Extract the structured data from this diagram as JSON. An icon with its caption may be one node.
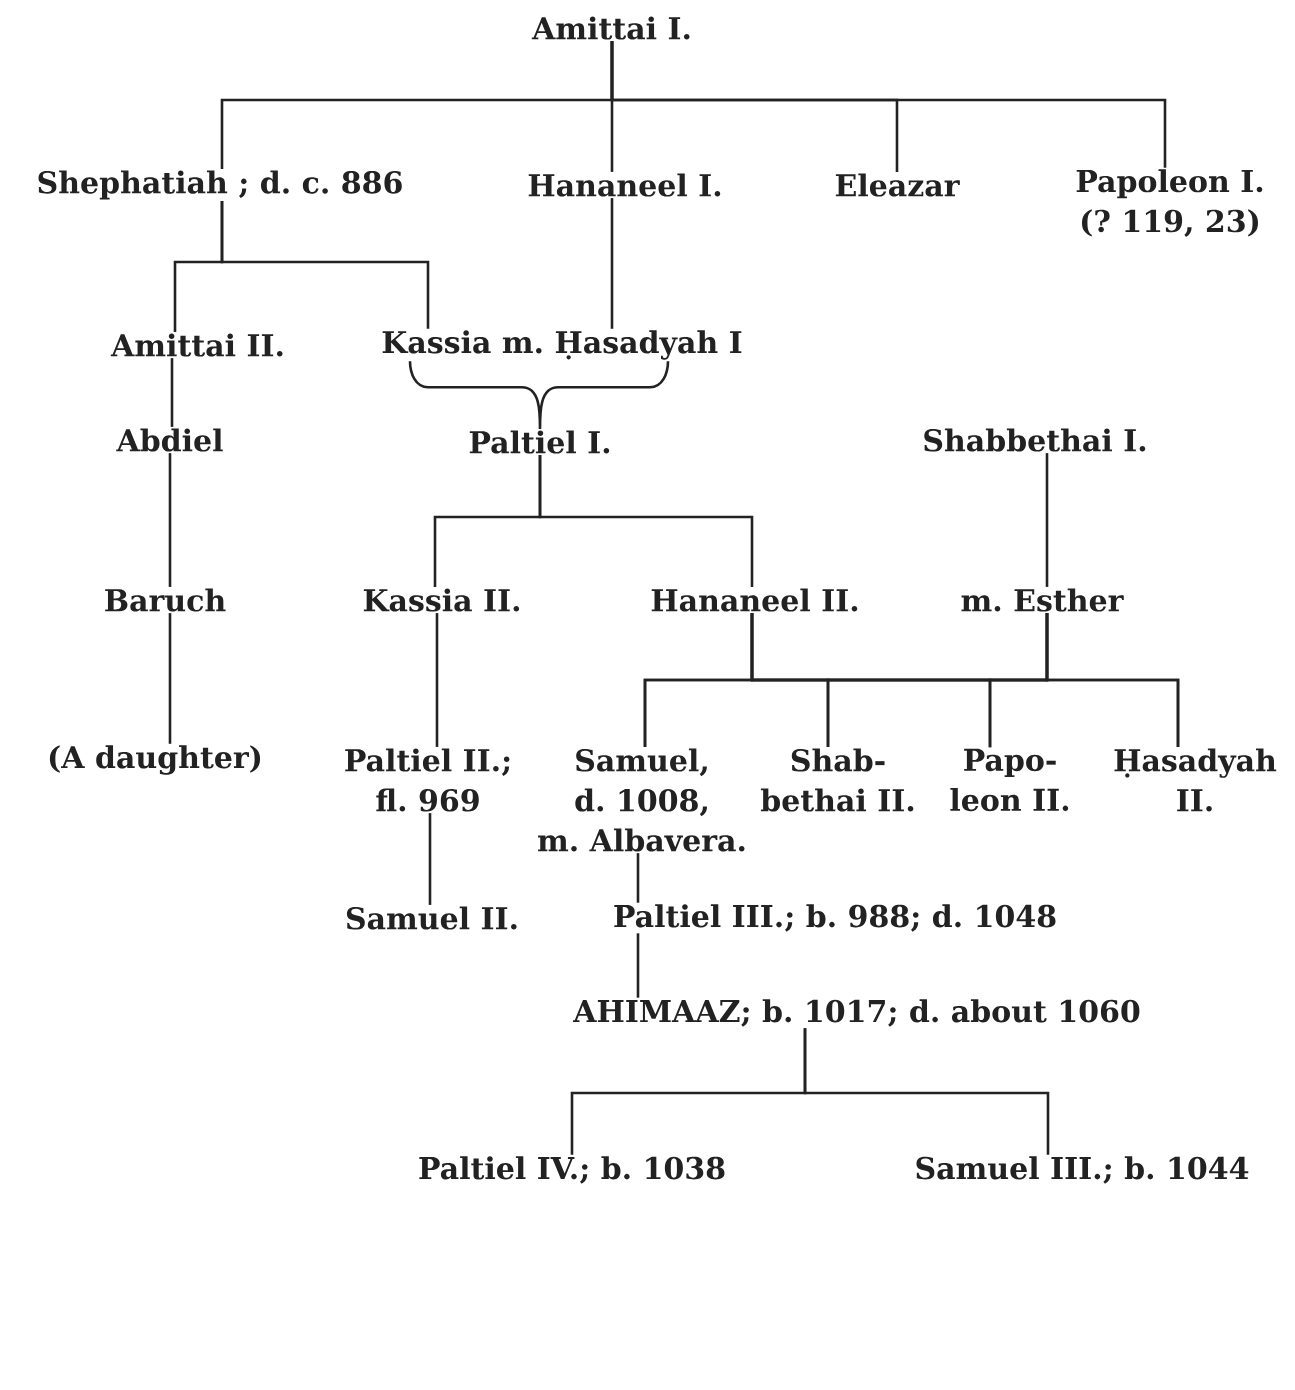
{
  "diagram": {
    "nodes": [
      {
        "text": [
          "Amittai I."
        ]
      },
      {
        "text": [
          "Shephatiah ; d. c. 886"
        ]
      },
      {
        "text": [
          "Hananeel I."
        ]
      },
      {
        "text": [
          "Eleazar"
        ]
      },
      {
        "text": [
          "Papoleon I. (? 119, 23)"
        ]
      },
      {
        "text": [
          "Amittai II."
        ]
      },
      {
        "text": [
          "Kassia m. Ḥasadyah I"
        ]
      },
      {
        "text": [
          "Abdiel"
        ]
      },
      {
        "text": [
          "Paltiel I."
        ]
      },
      {
        "text": [
          "Shabbethai I."
        ]
      },
      {
        "text": [
          "Baruch"
        ]
      },
      {
        "text": [
          "Kassia II."
        ]
      },
      {
        "text": [
          "Hananeel II."
        ]
      },
      {
        "text": [
          "m. Esther"
        ]
      },
      {
        "text": [
          "(A daughter)"
        ]
      },
      {
        "text": [
          "Paltiel II.; fl. 969"
        ]
      },
      {
        "text": [
          "Samuel, d. 1008, m. Albavera."
        ]
      },
      {
        "text": [
          "Shab- bethai II."
        ]
      },
      {
        "text": [
          "Papo- leon II."
        ]
      },
      {
        "text": [
          "Ḥasadyah II."
        ]
      },
      {
        "text": [
          "Samuel II."
        ]
      },
      {
        "text": [
          "Paltiel III.; b. 988; d. 1048"
        ]
      },
      {
        "text": [
          "AHIMAAZ; b. 1017; d. about 1060"
        ]
      },
      {
        "text": [
          "Paltiel IV.; b. 1038"
        ]
      },
      {
        "text": [
          "Samuel III.; b. 1044"
        ]
      }
    ],
    "edges": [
      {
        "from": 0,
        "to": 1,
        "arrow": "none"
      },
      {
        "from": 0,
        "to": 2,
        "arrow": "none"
      },
      {
        "from": 0,
        "to": 3,
        "arrow": "none"
      },
      {
        "from": 0,
        "to": 4,
        "arrow": "none"
      },
      {
        "from": 1,
        "to": 5,
        "arrow": "none"
      },
      {
        "from": 1,
        "to": 6,
        "arrow": "none"
      },
      {
        "from": 2,
        "to": 6,
        "arrow": "none"
      },
      {
        "from": 6,
        "to": 8,
        "arrow": "none"
      },
      {
        "from": 5,
        "to": 7,
        "arrow": "none"
      },
      {
        "from": 7,
        "to": 10,
        "arrow": "none"
      },
      {
        "from": 8,
        "to": 11,
        "arrow": "none"
      },
      {
        "from": 8,
        "to": 12,
        "arrow": "none"
      },
      {
        "from": 9,
        "to": 13,
        "arrow": "none"
      },
      {
        "from": 10,
        "to": 14,
        "arrow": "none"
      },
      {
        "from": 11,
        "to": 15,
        "arrow": "none"
      },
      {
        "from": 12,
        "to": 16,
        "arrow": "none"
      },
      {
        "from": 12,
        "to": 17,
        "arrow": "none"
      },
      {
        "from": 12,
        "to": 18,
        "arrow": "none"
      },
      {
        "from": 12,
        "to": 19,
        "arrow": "none"
      },
      {
        "from": 13,
        "to": 16,
        "arrow": "none"
      },
      {
        "from": 13,
        "to": 17,
        "arrow": "none"
      },
      {
        "from": 13,
        "to": 18,
        "arrow": "none"
      },
      {
        "from": 13,
        "to": 19,
        "arrow": "none"
      },
      {
        "from": 15,
        "to": 20,
        "arrow": "none"
      },
      {
        "from": 16,
        "to": 21,
        "arrow": "none"
      },
      {
        "from": 21,
        "to": 22,
        "arrow": "none"
      },
      {
        "from": 22,
        "to": 23,
        "arrow": "none"
      },
      {
        "from": 22,
        "to": 24,
        "arrow": "none"
      }
    ]
  }
}
